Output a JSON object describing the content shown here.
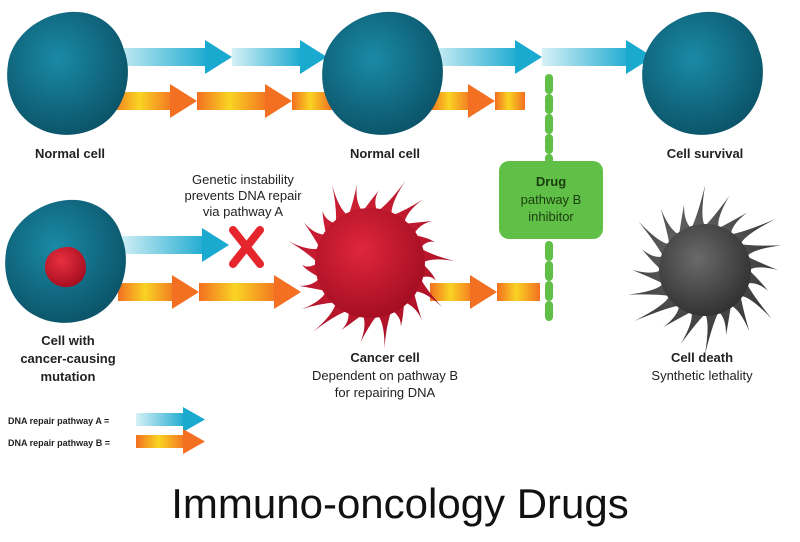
{
  "labels": {
    "normal_cell_1": "Normal cell",
    "normal_cell_2": "Normal cell",
    "cell_survival": "Cell survival",
    "genetic_instability": [
      "Genetic instability",
      "prevents DNA repair",
      "via pathway A"
    ],
    "drug_title": "Drug",
    "drug_sub": [
      "pathway B",
      "inhibitor"
    ],
    "mutation_cell": [
      "Cell with",
      "cancer-causing",
      "mutation"
    ],
    "cancer_cell_title": "Cancer cell",
    "cancer_cell_sub": [
      "Dependent on pathway B",
      "for repairing DNA"
    ],
    "cell_death_title": "Cell death",
    "cell_death_sub": "Synthetic lethality"
  },
  "legend": {
    "pathway_a": "DNA repair pathway A =",
    "pathway_b": "DNA repair pathway B ="
  },
  "caption": "Immuno-oncology Drugs",
  "colors": {
    "pathway_a_light": "#c6ecf3",
    "pathway_a_dark": "#1aa9cf",
    "pathway_b_yellow": "#f9d423",
    "pathway_b_orange": "#f36f21",
    "normal_cell": "#0d6b84",
    "cancer_cell": "#c8102e",
    "dead_cell": "#4a4a4a",
    "drug_box": "#5fbf46",
    "block_x": "#e6262d"
  }
}
